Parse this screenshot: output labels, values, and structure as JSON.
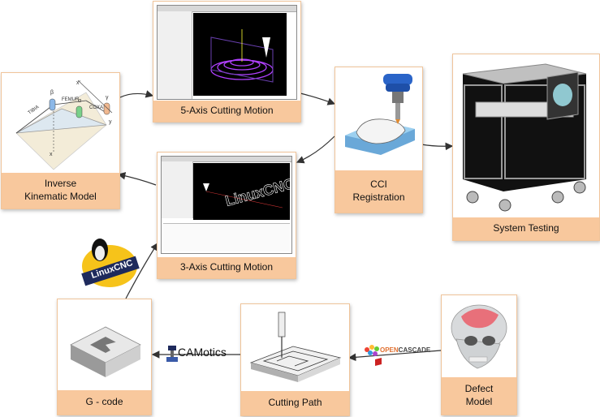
{
  "cards": {
    "five_axis": "5-Axis Cutting Motion",
    "inverse": "Inverse\nKinematic Model",
    "three_axis": "3-Axis Cutting Motion",
    "cci": "CCI\nRegistration",
    "system": "System Testing",
    "gcode": "G - code",
    "cutting_path": "Cutting Path",
    "defect": "Defect\nModel"
  },
  "logos": {
    "camotics": "CAMotics",
    "opencascade_open": "OPEN",
    "opencascade_cascade": "CASCADE",
    "linuxcnc": "LinuxCNC"
  },
  "inverse_labels": {
    "tibia": "TIBIA",
    "femur": "FEMUR",
    "coxa": "COXA",
    "beta": "β",
    "alpha": "α",
    "gamma": "γ",
    "x_top": "x'",
    "y": "y",
    "x": "x"
  },
  "watermark": "LinuxCNC",
  "colors": {
    "label_bg": "#f8c89d",
    "card_border": "#f0c49a",
    "arrow": "#333333",
    "cci_blue": "#2a64c8",
    "cci_base": "#7fb8e0"
  }
}
